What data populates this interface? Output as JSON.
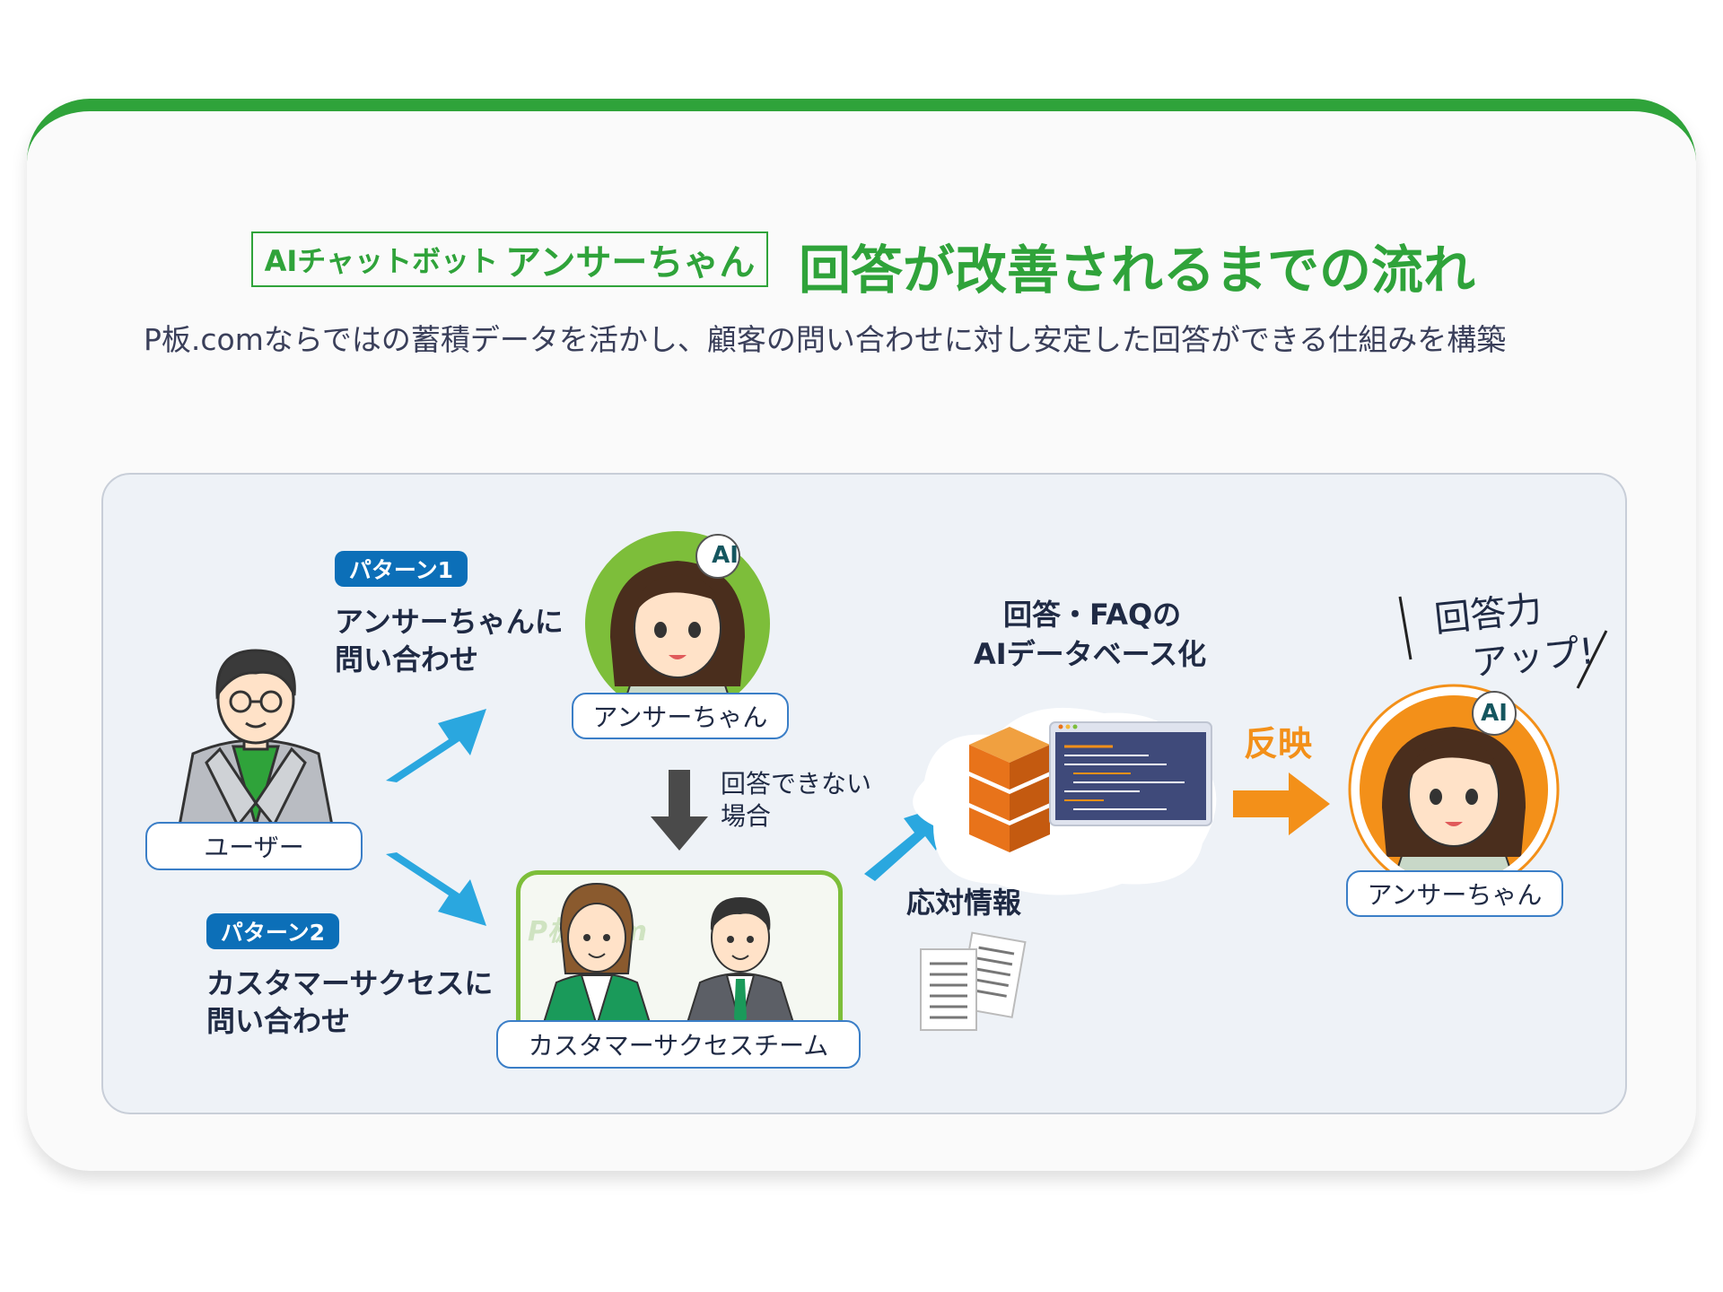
{
  "header": {
    "badge_small": "AIチャットボット",
    "badge_large": "アンサーちゃん",
    "title": "回答が改善されるまでの流れ",
    "subtitle": "P板.comならではの蓄積データを活かし、顧客の問い合わせに対し安定した回答ができる仕組みを構築"
  },
  "flow": {
    "user_label": "ユーザー",
    "pattern1": {
      "badge": "パターン1",
      "line1": "アンサーちゃんに",
      "line2": "問い合わせ"
    },
    "pattern2": {
      "badge": "パターン2",
      "line1": "カスタマーサクセスに",
      "line2": "問い合わせ"
    },
    "bot_label": "アンサーちゃん",
    "bot_badge": "AI",
    "no_answer_line1": "回答できない",
    "no_answer_line2": "場合",
    "team_label": "カスタマーサクセスチーム",
    "team_bg_text": "P板.com",
    "response_info": "応対情報",
    "db_line1": "回答・FAQの",
    "db_line2": "AIデータベース化",
    "reflect": "反映",
    "result_label": "アンサーちゃん",
    "result_badge": "AI",
    "callout_line1": "回答力",
    "callout_line2": "アップ!"
  },
  "colors": {
    "brand_green": "#2fa33a",
    "arrow_blue": "#2aa7df",
    "arrow_orange": "#f39019",
    "pill_blue": "#0c6fb8",
    "server_orange": "#e8731a"
  }
}
